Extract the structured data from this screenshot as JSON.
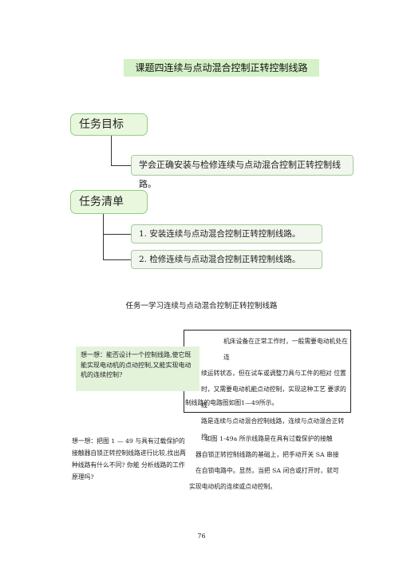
{
  "title": "课题四连续与点动混合控制正转控制线路",
  "goal": {
    "heading": "任务目标",
    "item": "学会正确安装与检修连续与点动混合控制正转控制线路。"
  },
  "tasks": {
    "heading": "任务清单",
    "items": [
      "1. 安装连续与点动混合控制正转控制线路。",
      "2. 检修连续与点动混合控制正转控制线路。"
    ]
  },
  "section_title": "任务一学习连续与点动混合控制正转控制线路",
  "think_box": "想一想：能否设计一个控制线路,使它既能实现电动机的点动控制,又能实现电动机的连续控制?",
  "frame_lines": [
    "机床设备在正常工作时，一般需要电动机处在 连",
    "续运转状态，但在试车或调整刀具与工件的相对 位置",
    "时，又需要电动机能点动控制，实现这种工艺 要求的线",
    "路是连续与点动混合控制线路，连续与点动混合正转控",
    "制线路的电路图如图1—49所示。"
  ],
  "think2": "想一想：把图 1 — 49 与具有过载保护的接触器自锁正转控制线路进行比较,找出两种线路有什么不同? 你能 分析线路的工作原理吗?",
  "para_lines": [
    "如图 1-49a 所示线路是在具有过载保护的接触",
    "器自锁正转控制线路的基础上，把手动开关 SA 串接",
    "在自锁电路中。显然，当把 SA 闭合或打开时，就可",
    "实现电动机的连续或点动控制。"
  ],
  "page_number": "76"
}
